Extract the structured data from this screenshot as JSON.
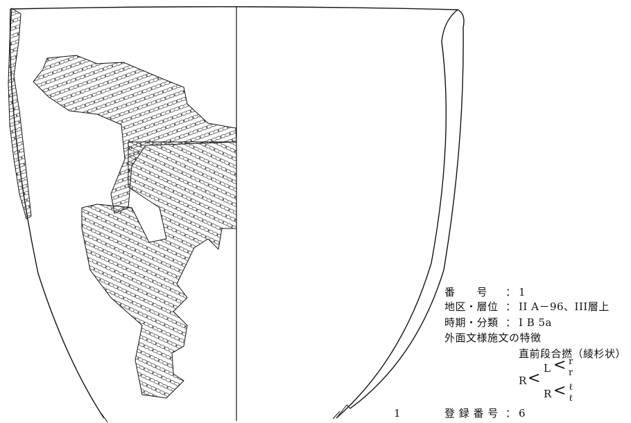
{
  "figure": {
    "number_label": "1"
  },
  "info": {
    "bango_label": "番　　号",
    "bango_value": "1",
    "chiku_label": "地区・層位",
    "chiku_value": "II A－96、III層上",
    "jiki_label": "時期・分類",
    "jiki_value": "I B 5a",
    "feature_title": "外面文様施文の特徴",
    "technique": "直前段合撚（綾杉状）",
    "cord": {
      "R": "R",
      "L": "L",
      "R2": "R",
      "r": "r",
      "l": "ℓ",
      "lt": "<"
    },
    "toroku_label": "登 録 番 号",
    "toroku_value": "6",
    "colon": "："
  }
}
